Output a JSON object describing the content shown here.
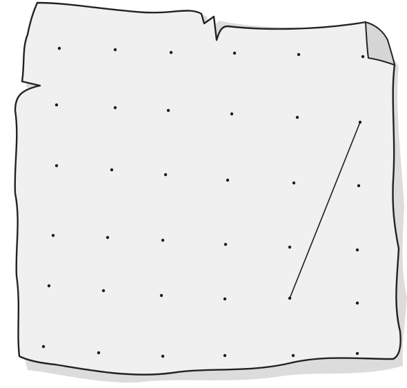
{
  "colors": {
    "background": "#ffffff",
    "paper_fill": "#f0f0f0",
    "paper_shadow": "#dcdcdc",
    "corner_fold_fill": "#d6d6d6",
    "outline": "#222222",
    "dot": "#1a1a1a",
    "line_segment": "#1a1a1a"
  },
  "dot_grid": {
    "rows": 6,
    "columns": 6
  },
  "line_segment": {
    "from": {
      "row": 5,
      "column": 5
    },
    "to": {
      "row": 2,
      "column": 6
    }
  },
  "shapes": {
    "paper": "torn-paper-sheet",
    "corner": "folded-corner"
  }
}
